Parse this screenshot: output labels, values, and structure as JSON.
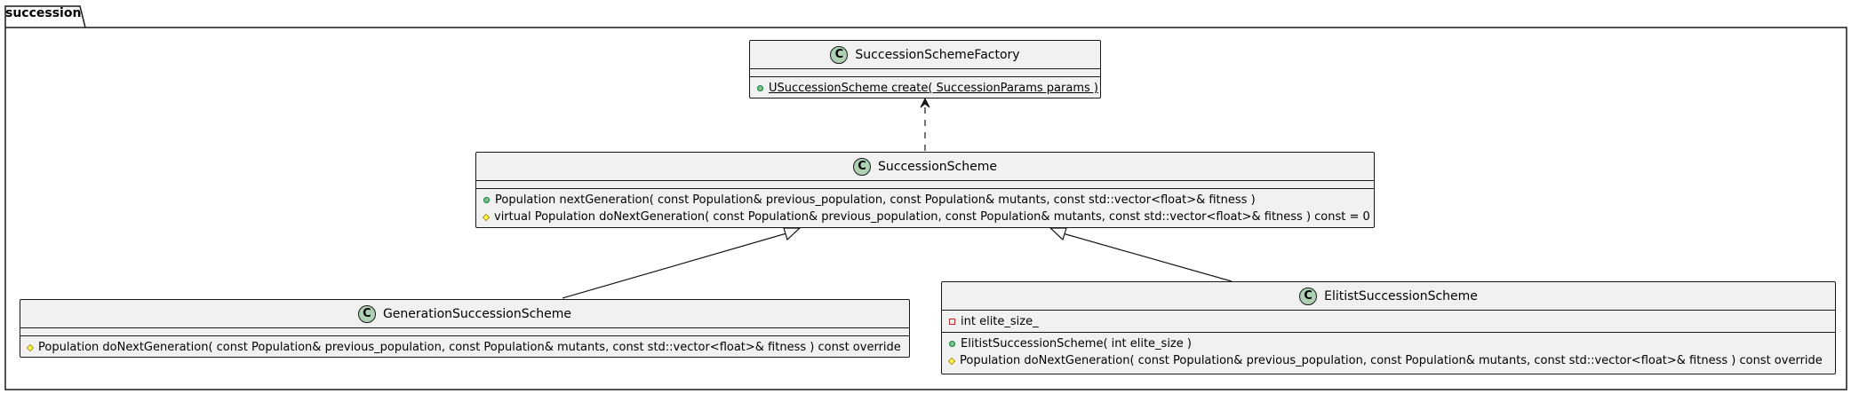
{
  "package": {
    "name": "succession"
  },
  "classes": {
    "factory": {
      "name": "SuccessionSchemeFactory",
      "stereotype_icon": "C",
      "methods": [
        {
          "visibility": "public",
          "text": "USuccessionScheme create( SuccessionParams params )",
          "static": true
        }
      ]
    },
    "scheme": {
      "name": "SuccessionScheme",
      "stereotype_icon": "C",
      "methods": [
        {
          "visibility": "public",
          "text": "Population nextGeneration( const Population& previous_population, const Population& mutants, const std::vector<float>& fitness )"
        },
        {
          "visibility": "protected",
          "text": "virtual Population doNextGeneration( const Population& previous_population, const Population& mutants, const std::vector<float>& fitness ) const = 0"
        }
      ]
    },
    "generation": {
      "name": "GenerationSuccessionScheme",
      "stereotype_icon": "C",
      "methods": [
        {
          "visibility": "protected",
          "text": "Population doNextGeneration( const Population& previous_population, const Population& mutants, const std::vector<float>& fitness ) const override"
        }
      ]
    },
    "elitist": {
      "name": "ElitistSuccessionScheme",
      "stereotype_icon": "C",
      "fields": [
        {
          "visibility": "private",
          "text": "int elite_size_"
        }
      ],
      "methods": [
        {
          "visibility": "public",
          "text": "ElitistSuccessionScheme( int elite_size )"
        },
        {
          "visibility": "protected",
          "text": "Population doNextGeneration( const Population& previous_population, const Population& mutants, const std::vector<float>& fitness ) const override"
        }
      ]
    }
  },
  "relations": [
    {
      "from": "SuccessionScheme",
      "to": "SuccessionSchemeFactory",
      "type": "dependency"
    },
    {
      "from": "GenerationSuccessionScheme",
      "to": "SuccessionScheme",
      "type": "inheritance"
    },
    {
      "from": "ElitistSuccessionScheme",
      "to": "SuccessionScheme",
      "type": "inheritance"
    }
  ]
}
